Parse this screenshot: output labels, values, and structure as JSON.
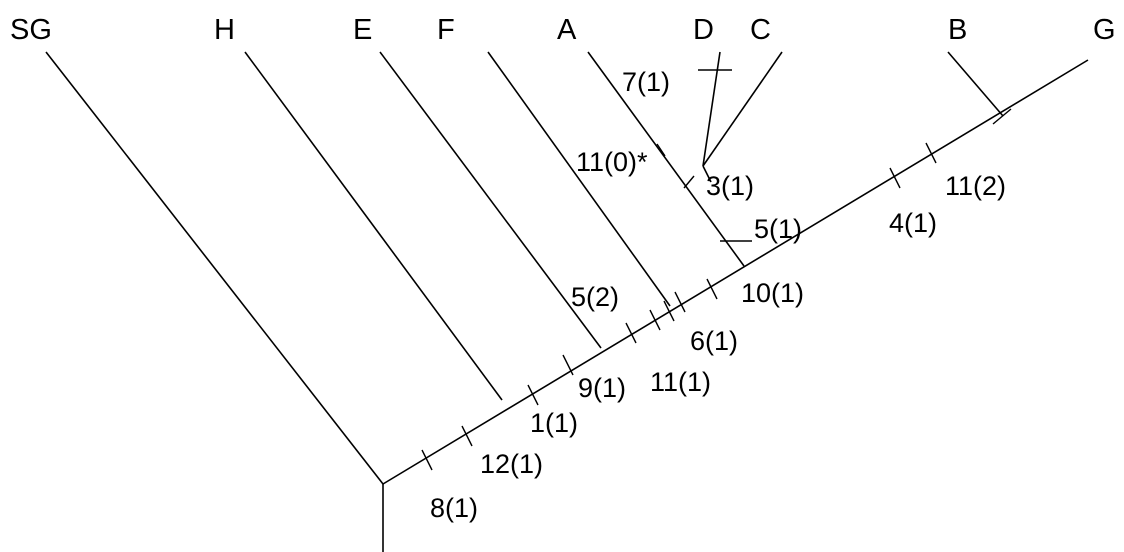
{
  "diagram": {
    "type": "cladogram",
    "taxa": [
      "SG",
      "H",
      "E",
      "F",
      "A",
      "D",
      "C",
      "B",
      "G"
    ],
    "character_changes": [
      {
        "label": "8(1)"
      },
      {
        "label": "12(1)"
      },
      {
        "label": "1(1)"
      },
      {
        "label": "9(1)"
      },
      {
        "label": "5(2)"
      },
      {
        "label": "11(1)"
      },
      {
        "label": "6(1)"
      },
      {
        "label": "10(1)"
      },
      {
        "label": "5(1)"
      },
      {
        "label": "3(1)"
      },
      {
        "label": "11(0)*"
      },
      {
        "label": "7(1)"
      },
      {
        "label": "4(1)"
      },
      {
        "label": "11(2)"
      }
    ]
  }
}
